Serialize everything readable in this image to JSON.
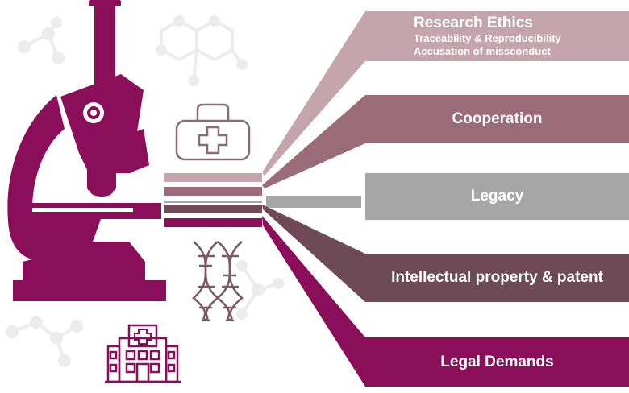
{
  "colors": {
    "band_1": "#c4a5ae",
    "band_2": "#9a6c79",
    "band_3": "#a6a6a6",
    "band_4": "#6d4a55",
    "band_5": "#8b0e5a",
    "microscope": "#8b0e5a",
    "molecule": "#ededed",
    "icon_outline": "#8b6b73"
  },
  "icons": [
    "microscope-icon",
    "medical-bag-icon",
    "dna-helix-icon",
    "hospital-icon",
    "molecule-icon"
  ],
  "bands": [
    {
      "title": "Research Ethics",
      "subtitles": [
        "Traceability & Reproducibility",
        "Accusation of missconduct"
      ]
    },
    {
      "title": "Cooperation"
    },
    {
      "title": "Legacy"
    },
    {
      "title": "Intellectual property & patent"
    },
    {
      "title": "Legal Demands"
    }
  ]
}
